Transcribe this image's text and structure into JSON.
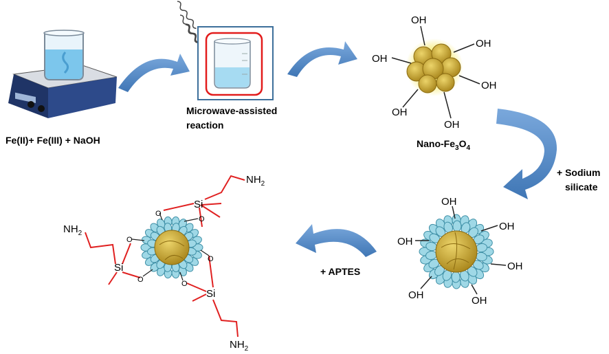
{
  "labels": {
    "reactants": "Fe(II)+ Fe(III) + NaOH",
    "microwave_line1": "Microwave-assisted",
    "microwave_line2": "reaction",
    "nano_prefix": "Nano-Fe",
    "nano_sub1": "3",
    "nano_o": "O",
    "nano_sub2": "4",
    "sodium_line1": "+ Sodium",
    "sodium_line2": "silicate",
    "aptes": "+ APTES"
  },
  "groups": {
    "hydroxyl": "OH",
    "amine": "NH",
    "amine_sub": "2",
    "silicon": "Si",
    "oxygen": "O"
  },
  "colors": {
    "arrow_blue": "#5b8fc9",
    "particle_gold": "#c9a227",
    "particle_glow": "#f5e66a",
    "silica_blue": "#9fd8e6",
    "linker_red": "#e02020",
    "box_frame": "#3d6f9a",
    "box_inner": "#e21b1b"
  }
}
